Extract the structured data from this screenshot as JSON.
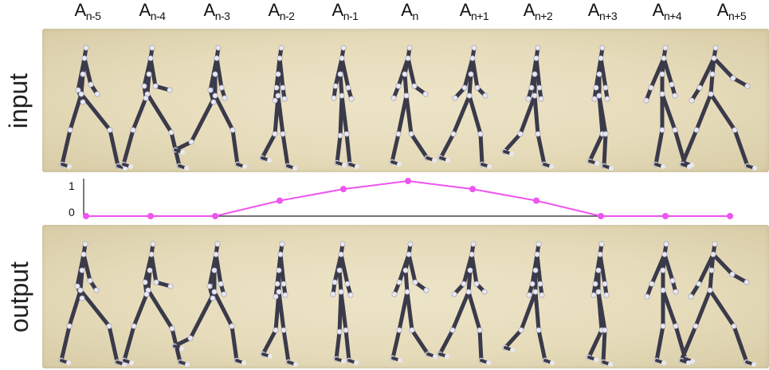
{
  "columns": [
    {
      "base": "A",
      "sub": "n-5"
    },
    {
      "base": "A",
      "sub": "n-4"
    },
    {
      "base": "A",
      "sub": "n-3"
    },
    {
      "base": "A",
      "sub": "n-2"
    },
    {
      "base": "A",
      "sub": "n-1"
    },
    {
      "base": "A",
      "sub": "n"
    },
    {
      "base": "A",
      "sub": "n+1"
    },
    {
      "base": "A",
      "sub": "n+2"
    },
    {
      "base": "A",
      "sub": "n+3"
    },
    {
      "base": "A",
      "sub": "n+4"
    },
    {
      "base": "A",
      "sub": "n+5"
    }
  ],
  "rows": {
    "input_label": "input",
    "output_label": "output"
  },
  "weights": {
    "values": [
      0,
      0,
      0,
      0.44,
      0.77,
      1,
      0.77,
      0.44,
      0,
      0,
      0
    ],
    "tick_labels": [
      "1",
      "0"
    ],
    "line_color": "#ee55ee",
    "axis_color": "#222222"
  },
  "colors": {
    "panel_bg": "#e9dfc2",
    "bone": "#3a3a4a",
    "joint": "#e8e8f4"
  }
}
